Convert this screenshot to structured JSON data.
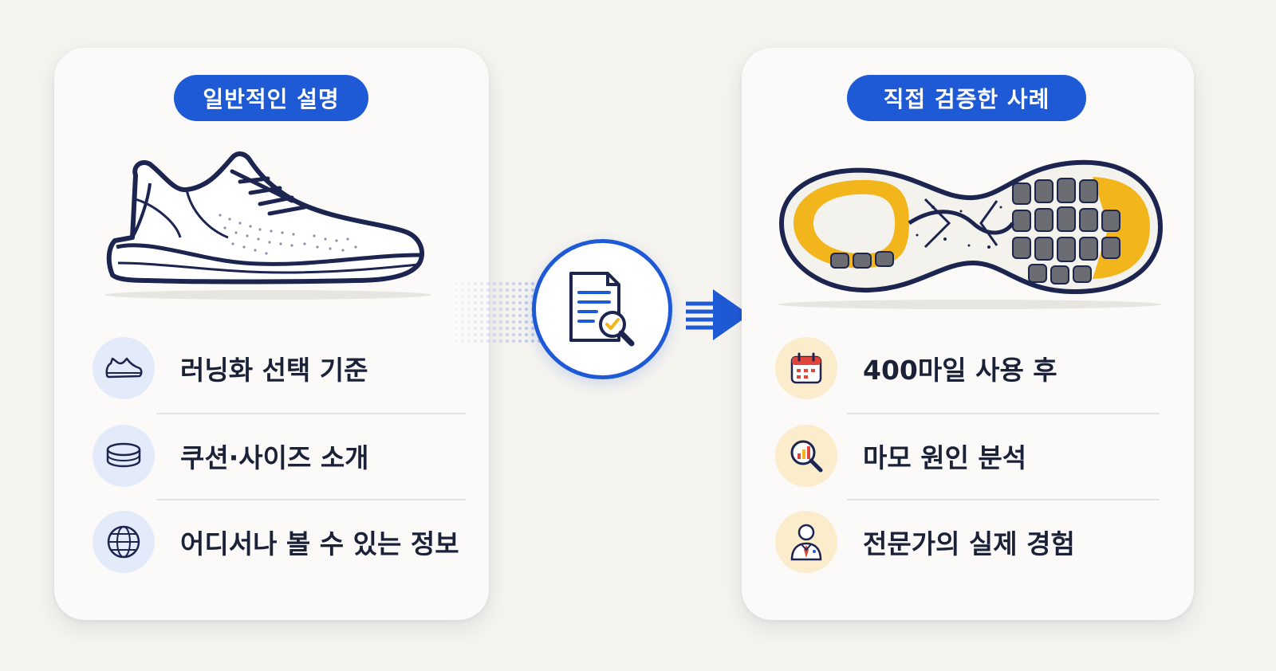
{
  "left_card": {
    "badge": "일반적인 설명",
    "items": [
      {
        "icon": "sneaker-icon",
        "label": "러닝화 선택 기준"
      },
      {
        "icon": "cushion-icon",
        "label": "쿠션·사이즈 소개"
      },
      {
        "icon": "globe-icon",
        "label": "어디서나 볼 수 있는 정보"
      }
    ]
  },
  "right_card": {
    "badge": "직접 검증한 사례",
    "items": [
      {
        "icon": "calendar-icon",
        "label": "400마일 사용 후"
      },
      {
        "icon": "magnifier-chart-icon",
        "label": "마모 원인 분석"
      },
      {
        "icon": "expert-person-icon",
        "label": "전문가의 실제 경험"
      }
    ]
  },
  "center": {
    "icon": "document-inspection-icon"
  },
  "colors": {
    "primary_blue": "#1f5ad6",
    "left_icon_bg": "#e3ebfb",
    "right_icon_bg": "#fbeccb",
    "wear_yellow": "#f2b51c",
    "background": "#f6f4ef"
  }
}
